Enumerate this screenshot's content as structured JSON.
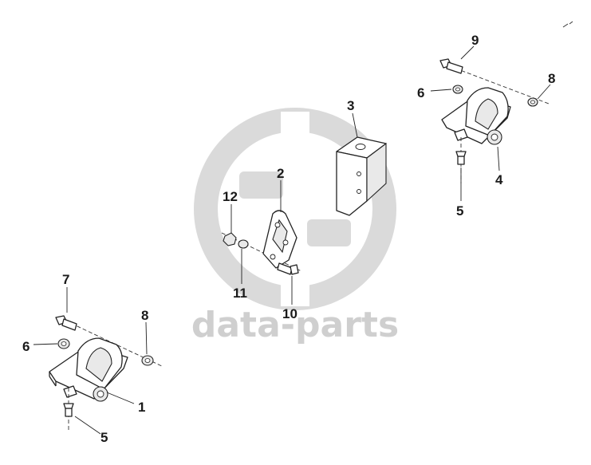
{
  "watermark": {
    "text": "data-parts"
  },
  "callouts": [
    {
      "id": "c1",
      "label": "1"
    },
    {
      "id": "c2",
      "label": "2"
    },
    {
      "id": "c3",
      "label": "3"
    },
    {
      "id": "c4",
      "label": "4"
    },
    {
      "id": "c5a",
      "label": "5"
    },
    {
      "id": "c5b",
      "label": "5"
    },
    {
      "id": "c6a",
      "label": "6"
    },
    {
      "id": "c6b",
      "label": "6"
    },
    {
      "id": "c7",
      "label": "7"
    },
    {
      "id": "c8a",
      "label": "8"
    },
    {
      "id": "c8b",
      "label": "8"
    },
    {
      "id": "c9",
      "label": "9"
    },
    {
      "id": "c10",
      "label": "10"
    },
    {
      "id": "c11",
      "label": "11"
    },
    {
      "id": "c12",
      "label": "12"
    }
  ]
}
